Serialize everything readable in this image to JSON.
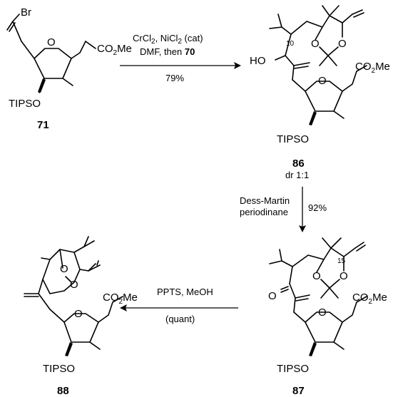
{
  "compounds": {
    "c71": {
      "label": "71"
    },
    "c86": {
      "label": "86",
      "dr": "dr 1:1",
      "stereo": "10"
    },
    "c87": {
      "label": "87",
      "stereo": "15"
    },
    "c88": {
      "label": "88"
    }
  },
  "atoms": {
    "br": "Br",
    "o": "O",
    "ho": "HO",
    "tipso": "TIPSO",
    "co2me_a": "CO",
    "co2me_sub": "2",
    "co2me_b": "Me"
  },
  "steps": {
    "step1": {
      "line1_a": "CrCl",
      "line1_sub1": "2",
      "line1_b": ", NiCl",
      "line1_sub2": "2",
      "line1_c": " (cat)",
      "line2_a": "DMF, then ",
      "line2_b": "70",
      "yield": "79%"
    },
    "step2": {
      "line1": "Dess-Martin",
      "line2": "periodinane",
      "yield": "92%"
    },
    "step3": {
      "line1": "PPTS, MeOH",
      "line2": "(quant)"
    }
  }
}
